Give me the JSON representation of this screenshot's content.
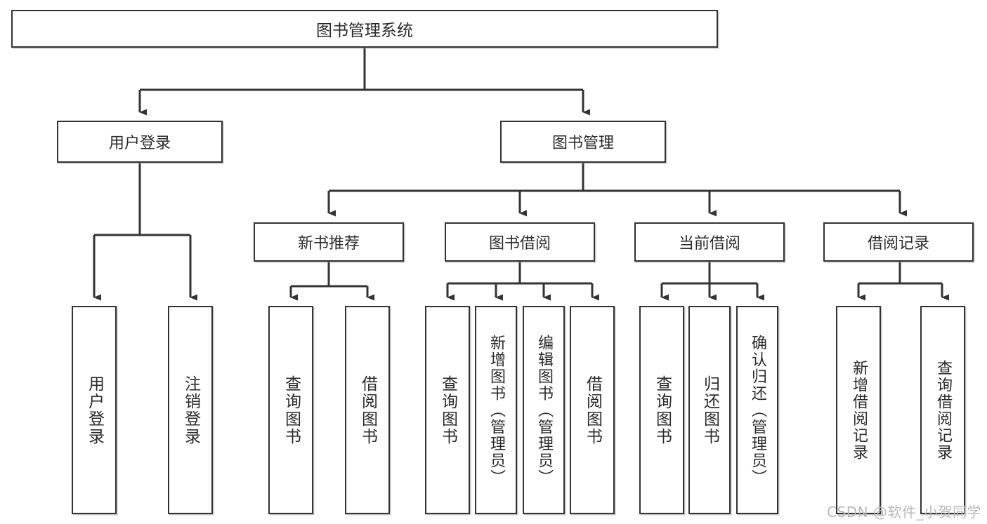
{
  "diagram": {
    "title": "图书管理系统",
    "type": "tree-hierarchy-chart",
    "watermark": "CSDN @软件_小贺同学",
    "colors": {
      "box_border": "#333333",
      "box_fill": "#ffffff",
      "line": "#333333",
      "text": "#2b2b2b",
      "watermark": "#b9b9b9",
      "background": "#ffffff"
    },
    "root": {
      "label": "图书管理系统"
    },
    "level2": [
      {
        "id": "user-login",
        "label": "用户登录"
      },
      {
        "id": "book-manage",
        "label": "图书管理"
      }
    ],
    "level3": [
      {
        "id": "new-book-recommend",
        "label": "新书推荐",
        "parent": "book-manage"
      },
      {
        "id": "book-borrow",
        "label": "图书借阅",
        "parent": "book-manage"
      },
      {
        "id": "current-borrow",
        "label": "当前借阅",
        "parent": "book-manage"
      },
      {
        "id": "borrow-record",
        "label": "借阅记录",
        "parent": "book-manage"
      }
    ],
    "leaves": [
      {
        "id": "leaf-user-login",
        "label": "用户登录",
        "parent": "user-login"
      },
      {
        "id": "leaf-user-logout",
        "label": "注销登录",
        "parent": "user-login"
      },
      {
        "id": "leaf-query-book-1",
        "label": "查询图书",
        "parent": "new-book-recommend"
      },
      {
        "id": "leaf-borrow-book-1",
        "label": "借阅图书",
        "parent": "new-book-recommend"
      },
      {
        "id": "leaf-query-book-2",
        "label": "查询图书",
        "parent": "book-borrow"
      },
      {
        "id": "leaf-add-book",
        "label": "新增图书（管理员）",
        "parent": "book-borrow"
      },
      {
        "id": "leaf-edit-book",
        "label": "编辑图书（管理员）",
        "parent": "book-borrow"
      },
      {
        "id": "leaf-borrow-book-2",
        "label": "借阅图书",
        "parent": "book-borrow"
      },
      {
        "id": "leaf-query-book-3",
        "label": "查询图书",
        "parent": "current-borrow"
      },
      {
        "id": "leaf-return-book",
        "label": "归还图书",
        "parent": "current-borrow"
      },
      {
        "id": "leaf-confirm-return",
        "label": "确认归还（管理员）",
        "parent": "current-borrow"
      },
      {
        "id": "leaf-add-record",
        "label": "新增借阅记录",
        "parent": "borrow-record"
      },
      {
        "id": "leaf-query-record",
        "label": "查询借阅记录",
        "parent": "borrow-record"
      }
    ]
  }
}
